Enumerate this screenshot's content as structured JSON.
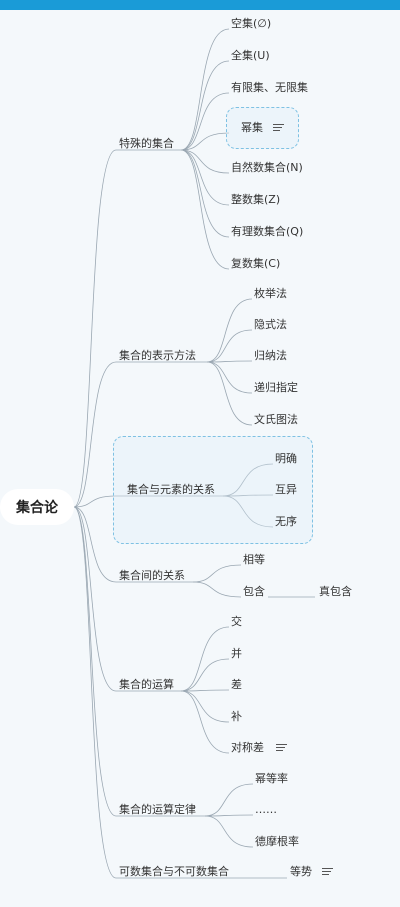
{
  "root": "集合论",
  "branches": [
    {
      "label": "特殊的集合",
      "children": [
        "空集(∅)",
        "全集(U)",
        "有限集、无限集",
        "幂集",
        "自然数集合(N)",
        "整数集(Z)",
        "有理数集合(Q)",
        "复数集(C)"
      ]
    },
    {
      "label": "集合的表示方法",
      "children": [
        "枚举法",
        "隐式法",
        "归纳法",
        "递归指定",
        "文氏图法"
      ]
    },
    {
      "label": "集合与元素的关系",
      "children": [
        "明确",
        "互异",
        "无序"
      ]
    },
    {
      "label": "集合间的关系",
      "children": [
        "相等",
        "包含"
      ],
      "grandchild": "真包含"
    },
    {
      "label": "集合的运算",
      "children": [
        "交",
        "并",
        "差",
        "补",
        "对称差"
      ]
    },
    {
      "label": "集合的运算定律",
      "children": [
        "幂等率",
        "……",
        "德摩根率"
      ]
    },
    {
      "label": "可数集合与不可数集合",
      "children": [
        "等势"
      ]
    }
  ],
  "colors": {
    "accent": "#1a9bd7",
    "edge": "#9aa7b2",
    "dashed": "#7ec1e3"
  },
  "icons": [
    "note-icon"
  ]
}
